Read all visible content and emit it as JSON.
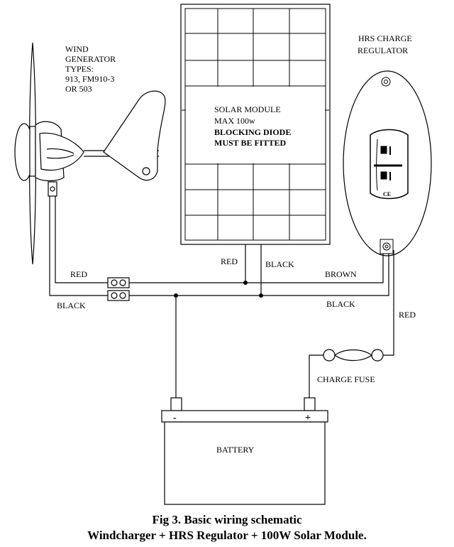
{
  "wind_generator": {
    "lines": [
      "WIND",
      "GENERATOR",
      "TYPES:",
      "913, FM910-3",
      "OR 503"
    ]
  },
  "solar_module": {
    "line1": "SOLAR MODULE",
    "line2": "MAX 100w",
    "line3": "BLOCKING DIODE",
    "line4": "MUST BE FITTED"
  },
  "regulator": {
    "lines": [
      "HRS CHARGE",
      "REGULATOR"
    ],
    "ce_mark": "CE"
  },
  "wires": {
    "solar_red": "RED",
    "solar_black": "BLACK",
    "wind_red": "RED",
    "wind_black": "BLACK",
    "brown": "BROWN",
    "regulator_black": "BLACK",
    "fuse_red": "RED"
  },
  "fuse": {
    "label": "CHARGE FUSE"
  },
  "battery": {
    "label": "BATTERY",
    "negative": "-",
    "positive": "+"
  },
  "caption": {
    "line1": "Fig 3. Basic wiring schematic",
    "line2": "Windcharger + HRS Regulator + 100W Solar Module."
  }
}
